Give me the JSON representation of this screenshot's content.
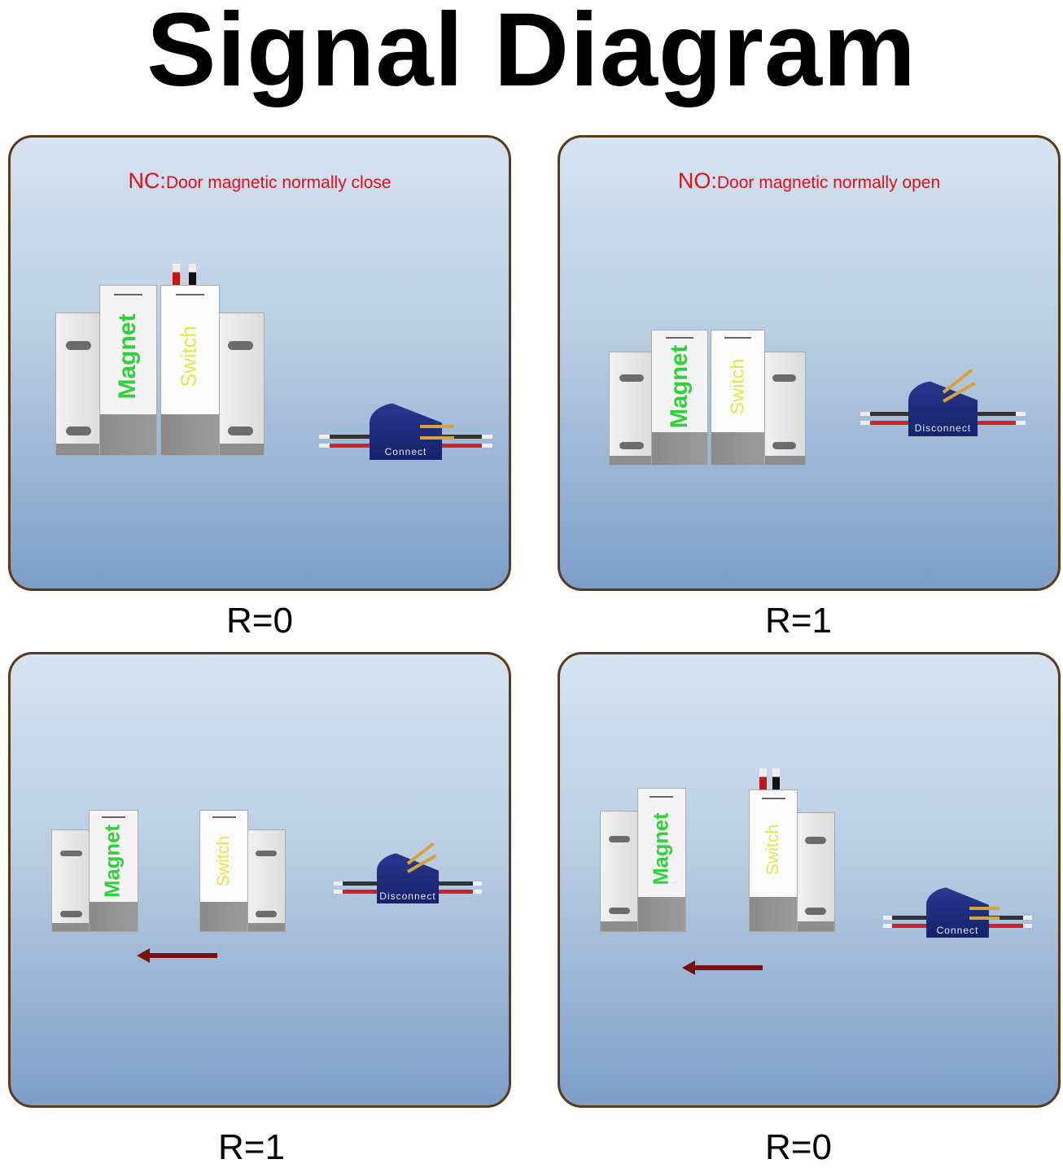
{
  "title": "Signal Diagram",
  "panels": [
    {
      "heading_prefix": "NC:",
      "heading_text": "Door magnetic normally close",
      "magnet_label": "Magnet",
      "switch_label": "Switch",
      "relay_label": "Connect",
      "result": "R=0",
      "arrow": false
    },
    {
      "heading_prefix": "NO:",
      "heading_text": "Door magnetic normally open",
      "magnet_label": "Magnet",
      "switch_label": "Switch",
      "relay_label": "Disconnect",
      "result": "R=1",
      "arrow": false
    },
    {
      "heading_prefix": "",
      "heading_text": "",
      "magnet_label": "Magnet",
      "switch_label": "Switch",
      "relay_label": "Disconnect",
      "result": "R=1",
      "arrow": true
    },
    {
      "heading_prefix": "",
      "heading_text": "",
      "magnet_label": "Magnet",
      "switch_label": "Switch",
      "relay_label": "Connect",
      "result": "R=0",
      "arrow": true
    }
  ],
  "colors": {
    "heading": "#e0101a",
    "magnet_text": "#2fd23a",
    "switch_text": "#e3e84a",
    "frame": "#5b3a1c",
    "relay": "#1c2a7a"
  }
}
